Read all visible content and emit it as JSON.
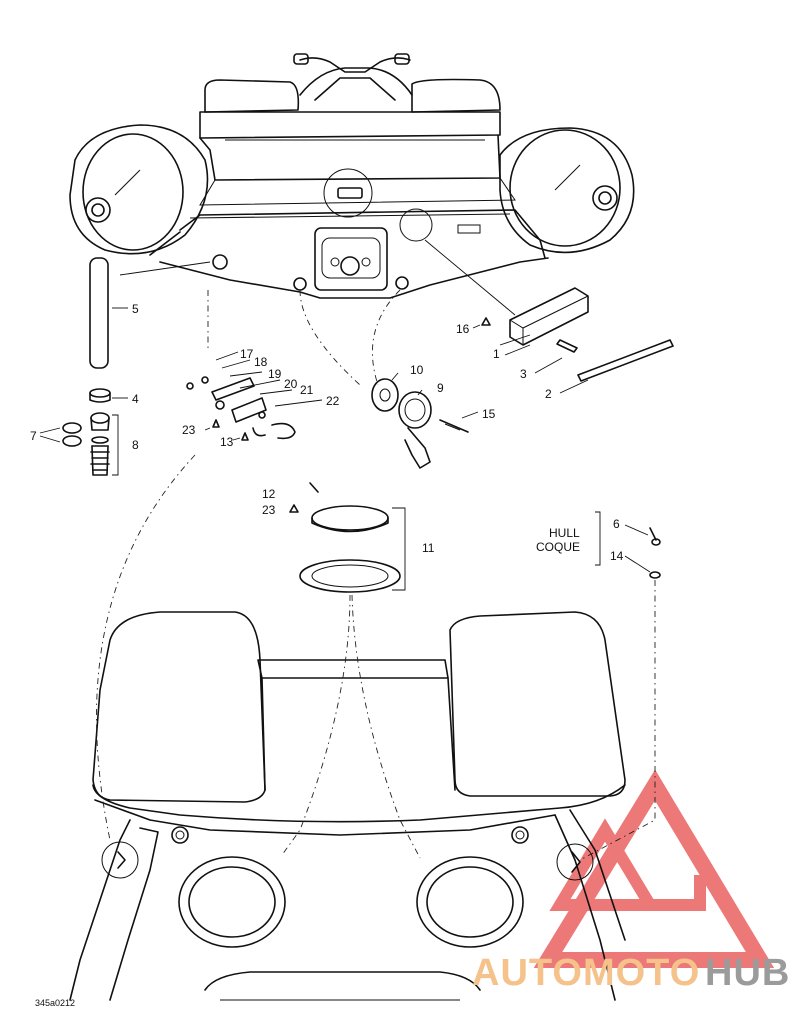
{
  "callouts": {
    "c1": "1",
    "c2": "2",
    "c3": "3",
    "c4": "4",
    "c5": "5",
    "c6": "6",
    "c7": "7",
    "c8": "8",
    "c9": "9",
    "c10": "10",
    "c11": "11",
    "c12": "12",
    "c13": "13",
    "c14": "14",
    "c15": "15",
    "c16": "16",
    "c17": "17",
    "c18": "18",
    "c19": "19",
    "c20": "20",
    "c21": "21",
    "c22": "22",
    "c23a": "23",
    "c23b": "23"
  },
  "labels": {
    "hull": "HULL",
    "coque": "COQUE"
  },
  "drawing_code": "345a0212",
  "watermark": {
    "part1": "AUTOMOTO",
    "part2": "HUB",
    "colors": {
      "part1": "#f4c28a",
      "part2": "#9b9b9b",
      "logo": "#e84c4c"
    }
  }
}
